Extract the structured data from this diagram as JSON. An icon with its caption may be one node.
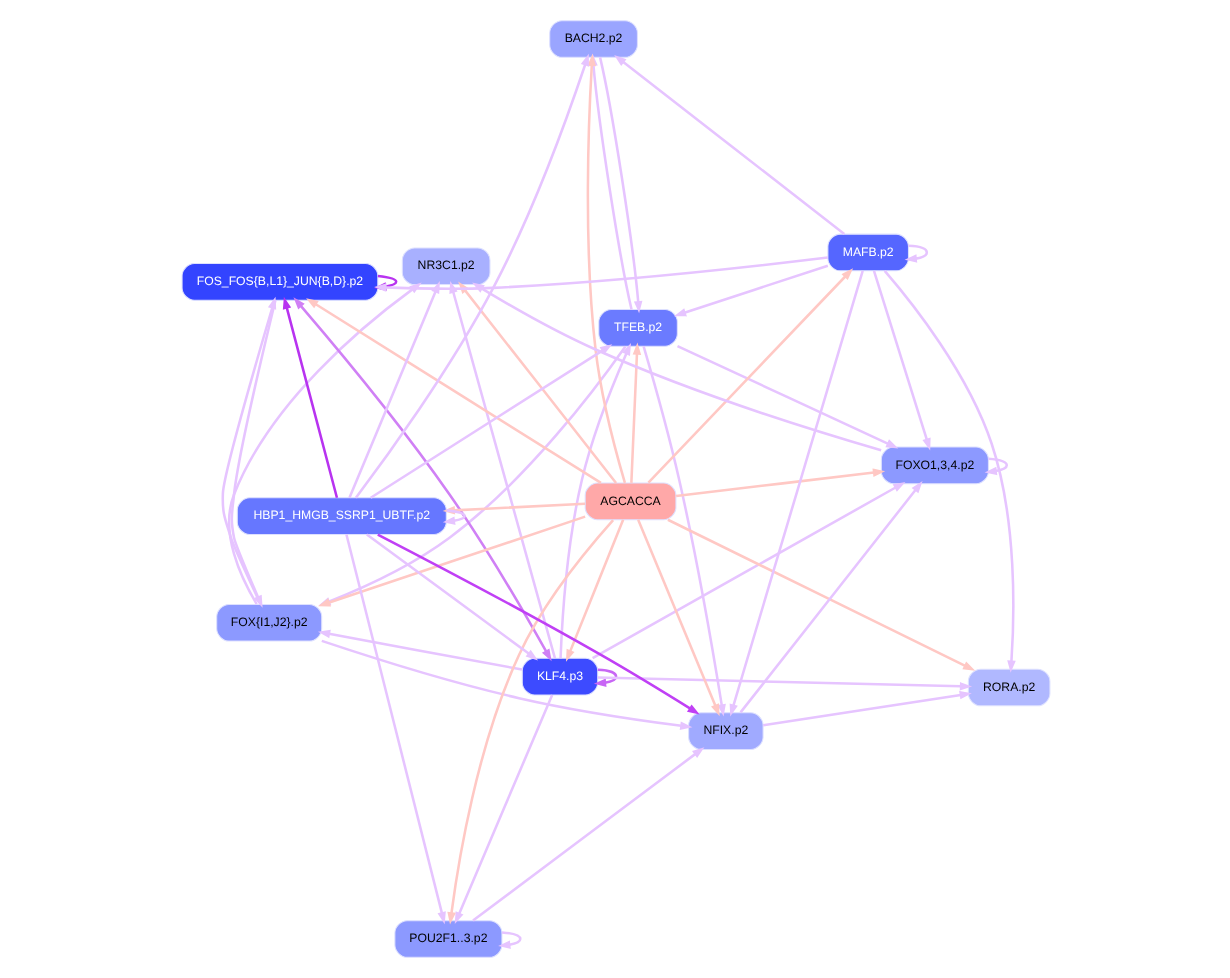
{
  "diagram": {
    "nodes": [
      {
        "text": [
          "POU2F1..3.p2"
        ]
      },
      {
        "text": [
          "TFEB.p2"
        ]
      },
      {
        "text": [
          "FOX{I1,J2}.p2"
        ]
      },
      {
        "text": [
          "KLF4.p3"
        ]
      },
      {
        "text": [
          "NR3C1.p2"
        ]
      },
      {
        "text": [
          "FOS_FOS{B,L1}_JUN{B,D}.p2"
        ]
      },
      {
        "text": [
          "AGCACCA"
        ]
      },
      {
        "text": [
          "RORA.p2"
        ]
      },
      {
        "text": [
          "MAFB.p2"
        ]
      },
      {
        "text": [
          "HBP1_HMGB_SSRP1_UBTF.p2"
        ]
      },
      {
        "text": [
          "NFIX.p2"
        ]
      },
      {
        "text": [
          "BACH2.p2"
        ]
      },
      {
        "text": [
          "FOXO1,3,4.p2"
        ]
      }
    ],
    "edges": [
      {
        "from": 6,
        "to": 0,
        "arrow": "to",
        "color": "#ffc8c4"
      },
      {
        "from": 6,
        "to": 1,
        "arrow": "to",
        "color": "#ffc8c4"
      },
      {
        "from": 6,
        "to": 2,
        "arrow": "to",
        "color": "#ffc8c4"
      },
      {
        "from": 6,
        "to": 3,
        "arrow": "to",
        "color": "#ffc8c4"
      },
      {
        "from": 6,
        "to": 4,
        "arrow": "to",
        "color": "#ffc8c4"
      },
      {
        "from": 6,
        "to": 5,
        "arrow": "to",
        "color": "#ffc8c4"
      },
      {
        "from": 6,
        "to": 7,
        "arrow": "to",
        "color": "#ffc8c4"
      },
      {
        "from": 6,
        "to": 8,
        "arrow": "to",
        "color": "#ffc8c4"
      },
      {
        "from": 6,
        "to": 9,
        "arrow": "to",
        "color": "#ffc8c4"
      },
      {
        "from": 6,
        "to": 10,
        "arrow": "to",
        "color": "#ffc8c4"
      },
      {
        "from": 6,
        "to": 11,
        "arrow": "to",
        "color": "#ffc8c4"
      },
      {
        "from": 6,
        "to": 12,
        "arrow": "to",
        "color": "#ffc8c4"
      },
      {
        "from": 0,
        "to": 0,
        "arrow": "to"
      },
      {
        "from": 3,
        "to": 3,
        "arrow": "to",
        "color": "#c866f5"
      },
      {
        "from": 5,
        "to": 5,
        "arrow": "to",
        "color": "#b833f0"
      },
      {
        "from": 8,
        "to": 8,
        "arrow": "to"
      },
      {
        "from": 9,
        "to": 9,
        "arrow": "to"
      },
      {
        "from": 12,
        "to": 12,
        "arrow": "to"
      },
      {
        "from": 9,
        "to": 5,
        "arrow": "to",
        "color": "#b833f0"
      },
      {
        "from": 9,
        "to": 10,
        "arrow": "to",
        "color": "#c040f5"
      },
      {
        "from": 3,
        "to": 5,
        "arrow": "both",
        "color": "#d080f5"
      },
      {
        "from": 3,
        "to": 1,
        "arrow": "to"
      },
      {
        "from": 3,
        "to": 0,
        "arrow": "to"
      },
      {
        "from": 3,
        "to": 2,
        "arrow": "to"
      },
      {
        "from": 3,
        "to": 4,
        "arrow": "to"
      },
      {
        "from": 3,
        "to": 7,
        "arrow": "to"
      },
      {
        "from": 3,
        "to": 12,
        "arrow": "to"
      },
      {
        "from": 8,
        "to": 5,
        "arrow": "to"
      },
      {
        "from": 8,
        "to": 10,
        "arrow": "to"
      },
      {
        "from": 8,
        "to": 12,
        "arrow": "to"
      },
      {
        "from": 8,
        "to": 7,
        "arrow": "to"
      },
      {
        "from": 8,
        "to": 1,
        "arrow": "to"
      },
      {
        "from": 8,
        "to": 11,
        "arrow": "to"
      },
      {
        "from": 9,
        "to": 0,
        "arrow": "to"
      },
      {
        "from": 9,
        "to": 1,
        "arrow": "to"
      },
      {
        "from": 9,
        "to": 3,
        "arrow": "to"
      },
      {
        "from": 9,
        "to": 11,
        "arrow": "to"
      },
      {
        "from": 9,
        "to": 4,
        "arrow": "to"
      },
      {
        "from": 2,
        "to": 4,
        "arrow": "to"
      },
      {
        "from": 2,
        "to": 5,
        "arrow": "to"
      },
      {
        "from": 2,
        "to": 10,
        "arrow": "to"
      },
      {
        "from": 1,
        "to": 10,
        "arrow": "to"
      },
      {
        "from": 1,
        "to": 12,
        "arrow": "to"
      },
      {
        "from": 1,
        "to": 11,
        "arrow": "to"
      },
      {
        "from": 1,
        "to": 2,
        "arrow": "to"
      },
      {
        "from": 0,
        "to": 10,
        "arrow": "to"
      },
      {
        "from": 10,
        "to": 12,
        "arrow": "to"
      },
      {
        "from": 10,
        "to": 7,
        "arrow": "to"
      },
      {
        "from": 12,
        "to": 4,
        "arrow": "to"
      },
      {
        "from": 11,
        "to": 1,
        "arrow": "to"
      },
      {
        "from": 5,
        "to": 2,
        "arrow": "to"
      }
    ]
  }
}
